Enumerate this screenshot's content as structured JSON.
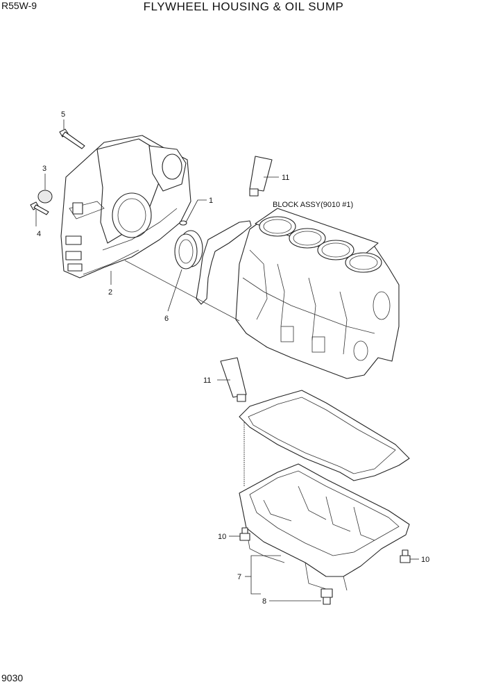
{
  "header": {
    "model": "R55W-9",
    "title": "FLYWHEEL HOUSING & OIL SUMP"
  },
  "footer": {
    "page_number": "9030"
  },
  "callouts": {
    "c1": "1",
    "c2": "2",
    "c3": "3",
    "c4": "4",
    "c5": "5",
    "c6": "6",
    "c7": "7",
    "c8": "8",
    "c10a": "10",
    "c10b": "10",
    "c11a": "11",
    "c11b": "11",
    "block_ref": "BLOCK ASSY(9010 #1)"
  }
}
